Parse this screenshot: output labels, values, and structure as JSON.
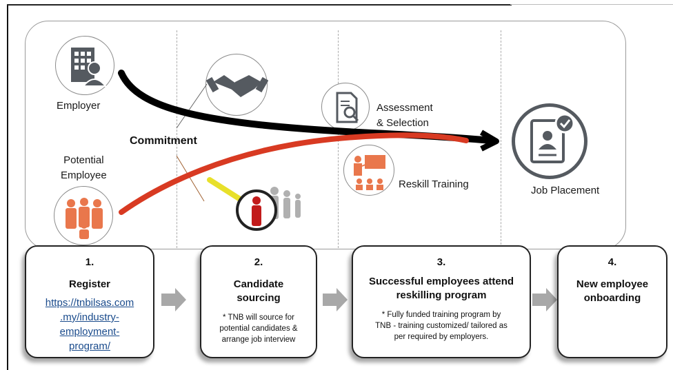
{
  "labels": {
    "employer": "Employer",
    "potential_employee": "Potential\nEmployee",
    "commitment": "Commitment",
    "assessment": "Assessment\n& Selection",
    "reskill": "Reskill Training",
    "job_placement": "Job Placement"
  },
  "steps": [
    {
      "num": "1.",
      "title": "Register",
      "link": "https://tnbilsas.com\n.my/industry-\nemployment-\nprogram/"
    },
    {
      "num": "2.",
      "title": "Candidate\nsourcing",
      "note": "* TNB will source for\npotential candidates &\narrange job interview"
    },
    {
      "num": "3.",
      "title": "Successful employees attend\nreskilling program",
      "note": "* Fully funded training program by\nTNB - training customized/ tailored as\nper required by employers."
    },
    {
      "num": "4.",
      "title": "New employee\nonboarding"
    }
  ],
  "colors": {
    "arrow_black": "#000000",
    "arrow_red": "#d83a22",
    "accent_orange": "#e9774c",
    "icon_gray": "#555a60"
  },
  "icons": [
    "office-building-person-icon",
    "handshake-icon",
    "document-search-icon",
    "training-presentation-icon",
    "people-group-icon",
    "candidate-magnifier-icon",
    "profile-card-check-icon"
  ]
}
